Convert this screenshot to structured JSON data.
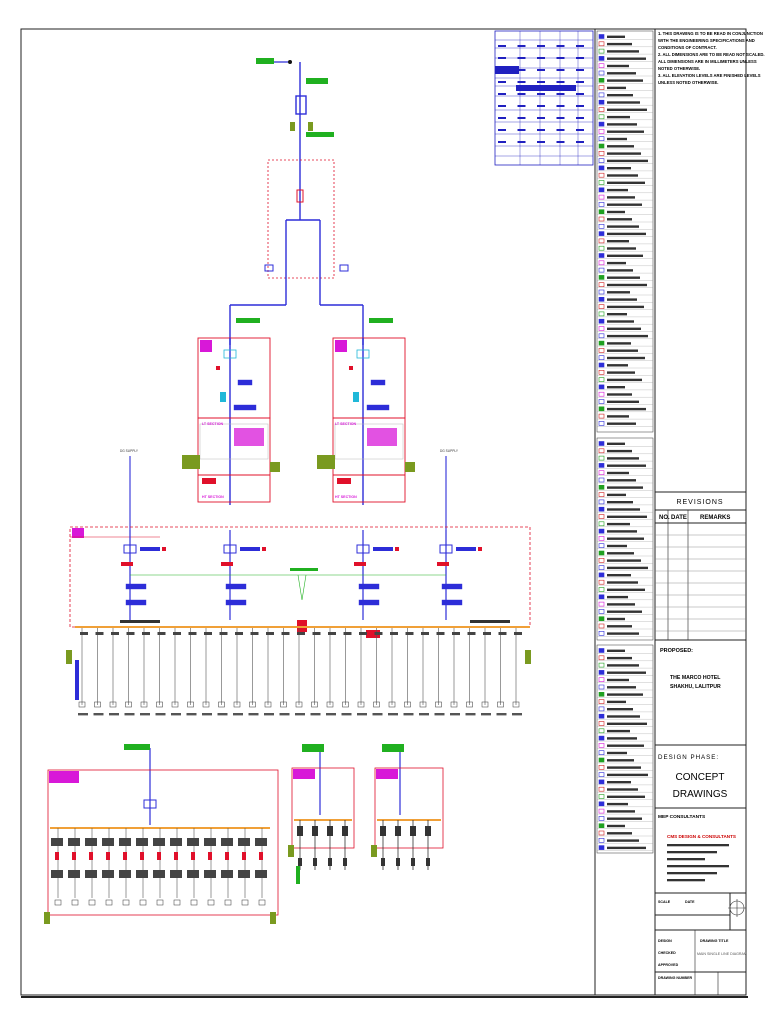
{
  "notes": {
    "line1": "1. THIS DRAWING IS TO BE READ IN CONJUNCTION",
    "line2": "WITH THE ENGINEERING SPECIFICATIONS AND",
    "line3": "CONDITIONS OF CONTRACT.",
    "line4": "2. ALL DIMENSIONS ARE TO BE READ NOT SCALED.",
    "line5": "ALL DIMENSIONS ARE IN MILLIMETERS UNLESS",
    "line6": "NOTED OTHERWISE.",
    "line7": "3. ALL ELEVATION LEVELS ARE FINISHED LEVELS",
    "line8": "UNLESS NOTED OTHERWISE."
  },
  "revisions": {
    "title": "REVISIONS",
    "col_no": "NO.",
    "col_date": "DATE",
    "col_remarks": "REMARKS"
  },
  "project": {
    "label": "PROPOSED:",
    "name_line1": "THE MARCO HOTEL",
    "name_line2": "SHAKHU, LALITPUR"
  },
  "design_phase": {
    "label": "DESIGN PHASE:",
    "value_line1": "CONCEPT",
    "value_line2": "DRAWINGS"
  },
  "consultant": {
    "label": "MEP CONSULTANTS",
    "name": "CMS DESIGN & CONSULTANTS"
  },
  "title_block": {
    "drawing_title_label": "DRAWING TITLE",
    "drawing_title": "MAIN SINGLE LINE DIAGRAM",
    "designed_label": "DESIGN",
    "checked_label": "CHECKED",
    "approved_label": "APPROVED",
    "drawing_no_label": "DRAWING NUMBER",
    "scale_label": "SCALE",
    "date_label": "DATE"
  },
  "diagram": {
    "lt_section_label": "LT SECTION",
    "ht_section_label": "HT SECTION",
    "dg_supply_label": "DG SUPPLY",
    "colors": {
      "bus": "#2d2dd8",
      "panel": "#e0102a",
      "busbar": "#f0a038",
      "earth": "#7a9a20",
      "magenta": "#d818d8",
      "green": "#20b020",
      "cyan": "#20b8d8"
    }
  }
}
